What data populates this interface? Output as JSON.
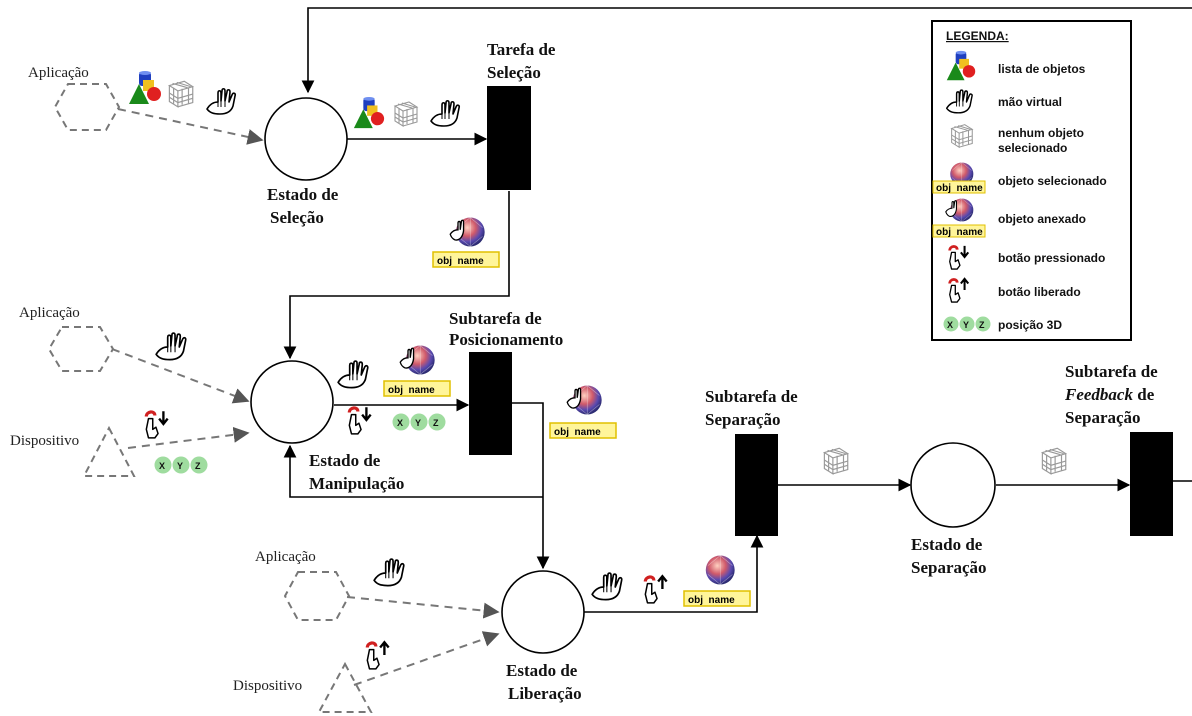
{
  "states": {
    "selecao": [
      "Estado de",
      "Seleção"
    ],
    "manipulacao": [
      "Estado de",
      "Manipulação"
    ],
    "liberacao": [
      "Estado de",
      "Liberação"
    ],
    "separacao": [
      "Estado de",
      "Separação"
    ]
  },
  "tasks": {
    "selecao": [
      "Tarefa de",
      "Seleção"
    ],
    "posicionamento": [
      "Subtarefa de",
      "Posicionamento"
    ],
    "separacao": [
      "Subtarefa de",
      "Separação"
    ],
    "feedback_prefix": "Subtarefa de",
    "feedback_word": "Feedback",
    "feedback_de": " de",
    "feedback_last": "Separação"
  },
  "sources": {
    "aplicacao": "Aplicação",
    "dispositivo": "Dispositivo"
  },
  "tokens": {
    "obj_name": "obj  name",
    "x": "X",
    "y": "Y",
    "z": "Z"
  },
  "legend": {
    "title": "LEGENDA:",
    "items": [
      "lista de objetos",
      "mão virtual",
      "nenhum objeto",
      "selecionado",
      "objeto selecionado",
      "objeto anexado",
      "botão pressionado",
      "botão liberado",
      "posição 3D"
    ]
  },
  "colors": {
    "line": "#000000",
    "dashed": "#777777",
    "xyz_fill": "#9fdc9f",
    "obj_label_bg": "#fff59a",
    "obj_label_border": "#e0c000"
  }
}
